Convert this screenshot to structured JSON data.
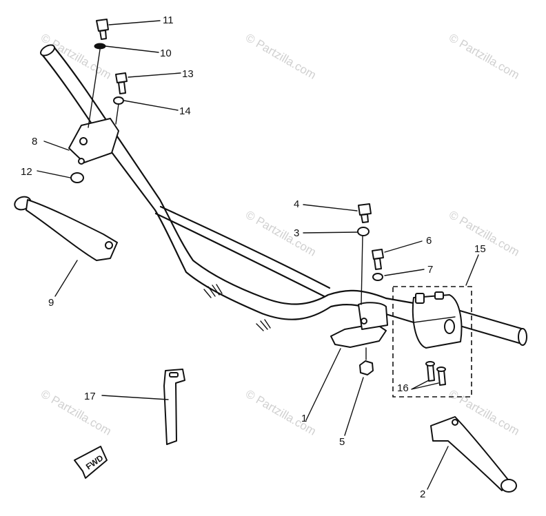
{
  "diagram": {
    "callouts": [
      {
        "id": "1",
        "label": "1"
      },
      {
        "id": "2",
        "label": "2"
      },
      {
        "id": "3",
        "label": "3"
      },
      {
        "id": "4",
        "label": "4"
      },
      {
        "id": "5",
        "label": "5"
      },
      {
        "id": "6",
        "label": "6"
      },
      {
        "id": "7",
        "label": "7"
      },
      {
        "id": "8",
        "label": "8"
      },
      {
        "id": "9",
        "label": "9"
      },
      {
        "id": "10",
        "label": "10"
      },
      {
        "id": "11",
        "label": "11"
      },
      {
        "id": "12",
        "label": "12"
      },
      {
        "id": "13",
        "label": "13"
      },
      {
        "id": "14",
        "label": "14"
      },
      {
        "id": "15",
        "label": "15"
      },
      {
        "id": "16",
        "label": "16"
      },
      {
        "id": "17",
        "label": "17"
      }
    ],
    "direction_label": "FWD",
    "watermark": "© Partzilla.com"
  }
}
